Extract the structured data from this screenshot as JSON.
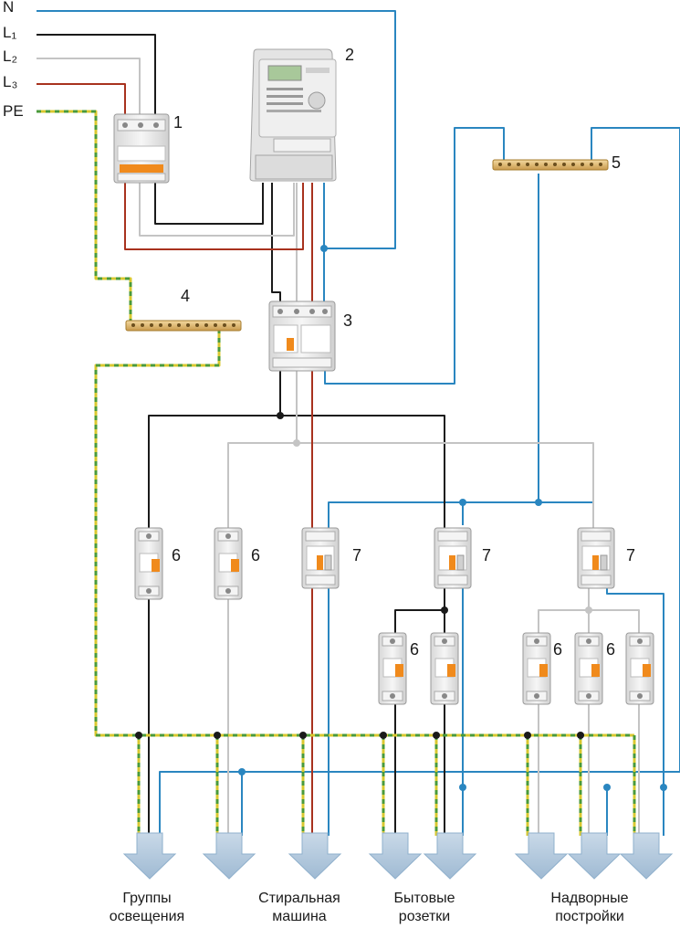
{
  "inputs": [
    {
      "id": "n",
      "label": "N"
    },
    {
      "id": "l1",
      "label": "L₁"
    },
    {
      "id": "l2",
      "label": "L₂"
    },
    {
      "id": "l3",
      "label": "L₃"
    },
    {
      "id": "pe",
      "label": "PE"
    }
  ],
  "numbers": {
    "breaker": "1",
    "meter": "2",
    "rcd": "3",
    "pe_bus": "4",
    "n_bus": "5",
    "mcb": "6",
    "rcbo": "7"
  },
  "groups": [
    {
      "label": "Группы\nосвещения"
    },
    {
      "label": "Стиральная\nмашина"
    },
    {
      "label": "Бытовые\nрозетки"
    },
    {
      "label": "Надворные\nпостройки"
    }
  ],
  "colors": {
    "neutral": "#2a86c0",
    "l1": "#1a1a1a",
    "l2": "#c8c8c8",
    "l3": "#a8321e",
    "pe_yellow": "#d9c830",
    "pe_green": "#4a9a3a",
    "device_body": "#ececec",
    "handle": "#f08a1c",
    "arrow": "#aec6dc"
  },
  "device_icons": [
    "three-pole-breaker",
    "electricity-meter",
    "four-pole-rcd",
    "brass-terminal-bus",
    "single-pole-mcb",
    "rcbo"
  ]
}
